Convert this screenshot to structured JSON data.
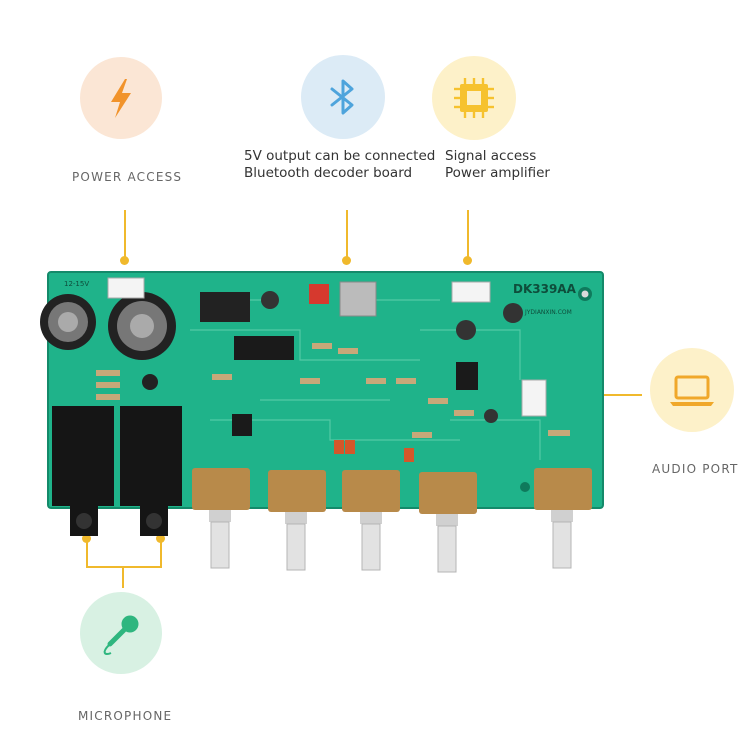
{
  "labels": {
    "power_access": "POWER ACCESS",
    "bluetooth_line1": "5V output can be connected",
    "bluetooth_line2": "Bluetooth decoder board",
    "signal_line1": "Signal access",
    "signal_line2": "Power amplifier",
    "audio_port": "AUDIO PORT",
    "microphone": "MICROPHONE"
  },
  "board_print": {
    "model": "DK339AA",
    "site": "JYDIANXIN.COM",
    "voltage": "12-15V"
  },
  "icons": {
    "power": "lightning-icon",
    "bluetooth": "bluetooth-icon",
    "signal": "chip-icon",
    "audio": "laptop-icon",
    "mic": "microphone-icon"
  },
  "colors": {
    "accent": "#f0b92c",
    "board": "#1fb38a",
    "power_circle": "#fbe6d5",
    "bluetooth_circle": "#dcebf6",
    "signal_circle": "#fdf1c9",
    "audio_circle": "#fdf1c9",
    "mic_circle": "#d8f1e3"
  }
}
